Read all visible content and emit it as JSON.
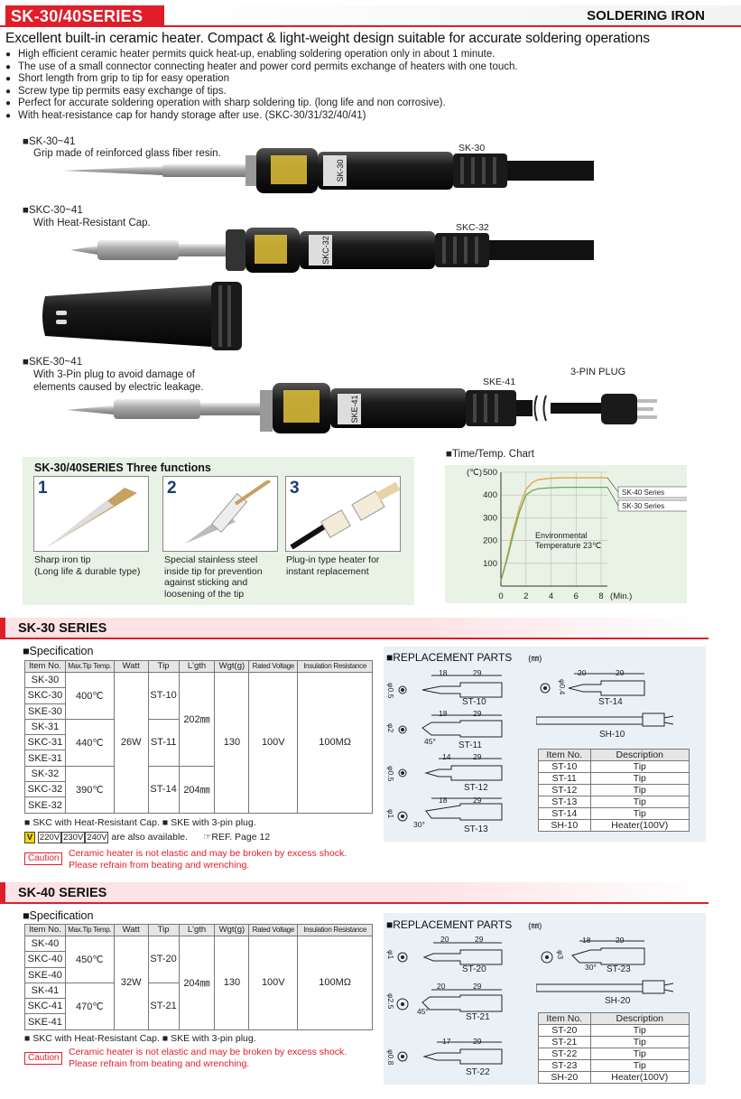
{
  "header": {
    "series": "SK-30/40SERIES",
    "category": "SOLDERING IRON"
  },
  "headline": "Excellent built-in ceramic heater. Compact & light-weight design suitable for accurate soldering operations",
  "features": [
    "High efficient ceramic heater permits quick heat-up, enabling soldering operation only in about 1 minute.",
    "The use of a small connector connecting  heater and power cord permits exchange of heaters with one touch.",
    "Short length from grip to tip for easy operation",
    "Screw type tip permits easy exchange of tips.",
    "Perfect  for accurate soldering operation with sharp soldering tip. (long life and non corrosive).",
    "With heat-resistance cap for handy storage after use. (SKC-30/31/32/40/41)"
  ],
  "irons": [
    {
      "model": "■SK-30~41",
      "desc": "Grip made of reinforced glass fiber resin.",
      "label": "SK-30",
      "grip_text": "SK-30"
    },
    {
      "model": "■SKC-30~41",
      "desc": "With Heat-Resistant Cap.",
      "label": "SKC-32",
      "grip_text": "SKC-32"
    },
    {
      "model": "■SKE-30~41",
      "desc1": "With 3-Pin plug to avoid damage of",
      "desc2": "elements caused by electric leakage.",
      "label": "SKE-41",
      "grip_text": "SKE-41",
      "plug_label": "3-PIN PLUG"
    }
  ],
  "functions": {
    "title": "SK-30/40SERIES Three functions",
    "items": [
      {
        "num": "1",
        "l1": "Sharp iron tip",
        "l2": "(Long life & durable type)"
      },
      {
        "num": "2",
        "l1": "Special stainless steel",
        "l2": "inside tip for prevention",
        "l3": "against sticking and",
        "l4": "loosening of the tip"
      },
      {
        "num": "3",
        "l1": "Plug-in type heater for",
        "l2": "instant replacement"
      }
    ]
  },
  "chart_data": {
    "type": "line",
    "title": "■Time/Temp. Chart",
    "ylabel": "(℃)",
    "xlabel": "(Min.)",
    "xlim": [
      0,
      8.5
    ],
    "ylim": [
      0,
      500
    ],
    "xticks": [
      0,
      2,
      4,
      6,
      8
    ],
    "yticks": [
      100,
      200,
      300,
      400,
      500
    ],
    "annotation": "Environmental Temperature 23℃",
    "series": [
      {
        "name": "SK-40 Series",
        "color": "#e8a14a",
        "x": [
          0,
          0.5,
          1,
          1.5,
          2,
          2.5,
          3,
          4,
          5,
          6,
          7,
          8.5
        ],
        "y": [
          23,
          130,
          250,
          350,
          425,
          455,
          468,
          474,
          476,
          476,
          476,
          476
        ]
      },
      {
        "name": "SK-30 Series",
        "color": "#6aa84f",
        "x": [
          0,
          0.5,
          1,
          1.5,
          2,
          2.5,
          3,
          4,
          5,
          6,
          7,
          8.5
        ],
        "y": [
          23,
          120,
          230,
          330,
          400,
          420,
          428,
          432,
          434,
          434,
          434,
          434
        ]
      }
    ]
  },
  "sk30": {
    "title": "SK-30 SERIES",
    "spec_label": "■Specification",
    "headers": [
      "Item No.",
      "Max.Tip Temp.",
      "Watt",
      "Tip",
      "L'gth",
      "Wgt(g)",
      "Rated Voltage",
      "Insulation Resistance"
    ],
    "items": [
      "SK-30",
      "SKC-30",
      "SKE-30",
      "SK-31",
      "SKC-31",
      "SKE-31",
      "SK-32",
      "SKC-32",
      "SKE-32"
    ],
    "temps": [
      "400℃",
      "440℃",
      "390℃"
    ],
    "watt": "26W",
    "tips": [
      "ST-10",
      "ST-11",
      "ST-14"
    ],
    "lengths": [
      "202㎜",
      "204㎜"
    ],
    "weight": "130",
    "voltage": "100V",
    "insulation": "100MΩ",
    "note1": "■ SKC with Heat-Resistant Cap.  ■ SKE with 3-pin plug.",
    "voltages": [
      "220V",
      "230V",
      "240V"
    ],
    "volt_badge": "V",
    "also": "are also available.",
    "ref": "☞REF. Page 12",
    "caution_label": "Caution",
    "caution1": "Ceramic heater is not elastic and may be broken by excess shock.",
    "caution2": "Please refrain from beating and wrenching.",
    "parts_label": "■REPLACEMENT PARTS",
    "unit": "(㎜)",
    "tip_names": [
      "ST-10",
      "ST-11",
      "ST-12",
      "ST-13",
      "ST-14",
      "SH-10"
    ],
    "dims": {
      "st10": [
        "18",
        "29",
        "φ0.5"
      ],
      "st11": [
        "18",
        "29",
        "φ2",
        "45°"
      ],
      "st12": [
        "14",
        "29",
        "φ0.5"
      ],
      "st13": [
        "18",
        "29",
        "φ1",
        "30°"
      ],
      "st14": [
        "20",
        "29",
        "φ0.4"
      ]
    },
    "desc_headers": [
      "Item No.",
      "Description"
    ],
    "desc_rows": [
      [
        "ST-10",
        "Tip"
      ],
      [
        "ST-11",
        "Tip"
      ],
      [
        "ST-12",
        "Tip"
      ],
      [
        "ST-13",
        "Tip"
      ],
      [
        "ST-14",
        "Tip"
      ],
      [
        "SH-10",
        "Heater(100V)"
      ]
    ]
  },
  "sk40": {
    "title": "SK-40 SERIES",
    "spec_label": "■Specification",
    "headers": [
      "Item No.",
      "Max.Tip Temp.",
      "Watt",
      "Tip",
      "L'gth",
      "Wgt(g)",
      "Rated Voltage",
      "Insulation Resistance"
    ],
    "items": [
      "SK-40",
      "SKC-40",
      "SKE-40",
      "SK-41",
      "SKC-41",
      "SKE-41"
    ],
    "temps": [
      "450℃",
      "470℃"
    ],
    "watt": "32W",
    "tips": [
      "ST-20",
      "ST-21"
    ],
    "length": "204㎜",
    "weight": "130",
    "voltage": "100V",
    "insulation": "100MΩ",
    "note1": "■ SKC with Heat-Resistant Cap.  ■ SKE with 3-pin plug.",
    "caution_label": "Caution",
    "caution1": "Ceramic heater is not elastic and may be broken by excess shock.",
    "caution2": "Please refrain from beating and wrenching.",
    "parts_label": "■REPLACEMENT PARTS",
    "unit": "(㎜)",
    "tip_names": [
      "ST-20",
      "ST-21",
      "ST-22",
      "ST-23",
      "SH-20"
    ],
    "dims": {
      "st20": [
        "20",
        "29",
        "φ1"
      ],
      "st21": [
        "20",
        "29",
        "φ2.5",
        "45°"
      ],
      "st22": [
        "17",
        "29",
        "φ0.8"
      ],
      "st23": [
        "18",
        "29",
        "φ3",
        "30°"
      ]
    },
    "desc_headers": [
      "Item No.",
      "Description"
    ],
    "desc_rows": [
      [
        "ST-20",
        "Tip"
      ],
      [
        "ST-21",
        "Tip"
      ],
      [
        "ST-22",
        "Tip"
      ],
      [
        "ST-23",
        "Tip"
      ],
      [
        "SH-20",
        "Heater(100V)"
      ]
    ]
  }
}
